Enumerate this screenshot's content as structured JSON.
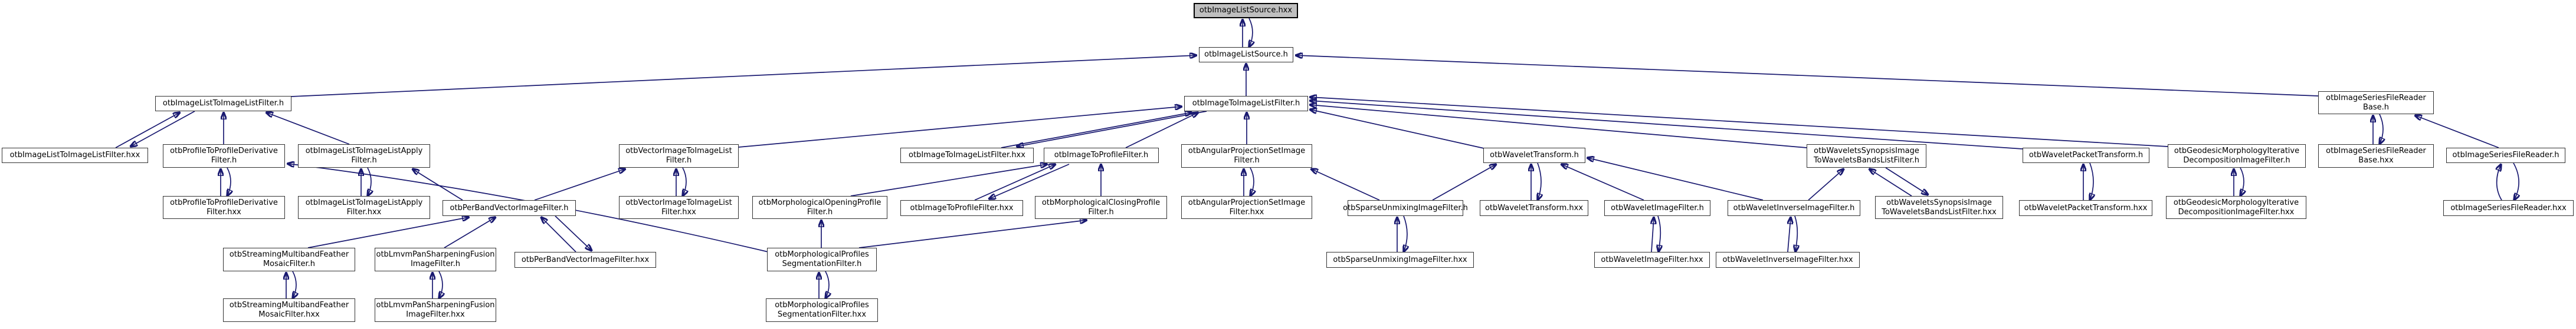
{
  "diagram": {
    "kind": "doxygen-include-dependency-graph",
    "root_file": "otbImageListSource.hxx",
    "colors": {
      "edge": "#191970",
      "node_border": "#333333",
      "node_fill": "#ffffff",
      "root_fill": "#bfbfbf"
    },
    "nodes": [
      {
        "label": "otbImageListSource.hxx",
        "lines": [
          "otbImageListSource.hxx"
        ],
        "highlighted": true
      },
      {
        "label": "otbImageListSource.h",
        "lines": [
          "otbImageListSource.h"
        ]
      },
      {
        "label": "otbImageListToImageListFilter.h",
        "lines": [
          "otbImageListToImageListFilter.h"
        ]
      },
      {
        "label": "otbImageToImageListFilter.h",
        "lines": [
          "otbImageToImageListFilter.h"
        ]
      },
      {
        "label": "otbImageSeriesFileReaderBase.h",
        "lines": [
          "otbImageSeriesFileReader",
          "Base.h"
        ]
      },
      {
        "label": "otbImageListToImageListFilter.hxx",
        "lines": [
          "otbImageListToImageListFilter.hxx"
        ]
      },
      {
        "label": "otbProfileToProfileDerivativeFilter.h",
        "lines": [
          "otbProfileToProfileDerivative",
          "Filter.h"
        ]
      },
      {
        "label": "otbImageListToImageListApplyFilter.h",
        "lines": [
          "otbImageListToImageListApply",
          "Filter.h"
        ]
      },
      {
        "label": "otbVectorImageToImageListFilter.h",
        "lines": [
          "otbVectorImageToImageList",
          "Filter.h"
        ]
      },
      {
        "label": "otbImageToImageListFilter.hxx",
        "lines": [
          "otbImageToImageListFilter.hxx"
        ]
      },
      {
        "label": "otbImageToProfileFilter.h",
        "lines": [
          "otbImageToProfileFilter.h"
        ]
      },
      {
        "label": "otbAngularProjectionSetImageFilter.h",
        "lines": [
          "otbAngularProjectionSetImage",
          "Filter.h"
        ]
      },
      {
        "label": "otbWaveletTransform.h",
        "lines": [
          "otbWaveletTransform.h"
        ]
      },
      {
        "label": "otbWaveletsSynopsisImageToWaveletsBandsListFilter.h",
        "lines": [
          "otbWaveletsSynopsisImage",
          "ToWaveletsBandsListFilter.h"
        ]
      },
      {
        "label": "otbWaveletPacketTransform.h",
        "lines": [
          "otbWaveletPacketTransform.h"
        ]
      },
      {
        "label": "otbGeodesicMorphologyIterativeDecompositionImageFilter.h",
        "lines": [
          "otbGeodesicMorphologyIterative",
          "DecompositionImageFilter.h"
        ]
      },
      {
        "label": "otbImageSeriesFileReaderBase.hxx",
        "lines": [
          "otbImageSeriesFileReader",
          "Base.hxx"
        ]
      },
      {
        "label": "otbImageSeriesFileReader.h",
        "lines": [
          "otbImageSeriesFileReader.h"
        ]
      },
      {
        "label": "otbProfileToProfileDerivativeFilter.hxx",
        "lines": [
          "otbProfileToProfileDerivative",
          "Filter.hxx"
        ]
      },
      {
        "label": "otbImageListToImageListApplyFilter.hxx",
        "lines": [
          "otbImageListToImageListApply",
          "Filter.hxx"
        ]
      },
      {
        "label": "otbPerBandVectorImageFilter.h",
        "lines": [
          "otbPerBandVectorImageFilter.h"
        ]
      },
      {
        "label": "otbVectorImageToImageListFilter.hxx",
        "lines": [
          "otbVectorImageToImageList",
          "Filter.hxx"
        ]
      },
      {
        "label": "otbMorphologicalOpeningProfileFilter.h",
        "lines": [
          "otbMorphologicalOpeningProfile",
          "Filter.h"
        ]
      },
      {
        "label": "otbImageToProfileFilter.hxx",
        "lines": [
          "otbImageToProfileFilter.hxx"
        ]
      },
      {
        "label": "otbMorphologicalClosingProfileFilter.h",
        "lines": [
          "otbMorphologicalClosingProfile",
          "Filter.h"
        ]
      },
      {
        "label": "otbAngularProjectionSetImageFilter.hxx",
        "lines": [
          "otbAngularProjectionSetImage",
          "Filter.hxx"
        ]
      },
      {
        "label": "otbSparseUnmixingImageFilter.h",
        "lines": [
          "otbSparseUnmixingImageFilter.h"
        ]
      },
      {
        "label": "otbWaveletTransform.hxx",
        "lines": [
          "otbWaveletTransform.hxx"
        ]
      },
      {
        "label": "otbWaveletImageFilter.h",
        "lines": [
          "otbWaveletImageFilter.h"
        ]
      },
      {
        "label": "otbWaveletInverseImageFilter.h",
        "lines": [
          "otbWaveletInverseImageFilter.h"
        ]
      },
      {
        "label": "otbWaveletsSynopsisImageToWaveletsBandsListFilter.hxx",
        "lines": [
          "otbWaveletsSynopsisImage",
          "ToWaveletsBandsListFilter.hxx"
        ]
      },
      {
        "label": "otbWaveletPacketTransform.hxx",
        "lines": [
          "otbWaveletPacketTransform.hxx"
        ]
      },
      {
        "label": "otbGeodesicMorphologyIterativeDecompositionImageFilter.hxx",
        "lines": [
          "otbGeodesicMorphologyIterative",
          "DecompositionImageFilter.hxx"
        ]
      },
      {
        "label": "otbImageSeriesFileReader.hxx",
        "lines": [
          "otbImageSeriesFileReader.hxx"
        ]
      },
      {
        "label": "otbStreamingMultibandFeatherMosaicFilter.h",
        "lines": [
          "otbStreamingMultibandFeather",
          "MosaicFilter.h"
        ]
      },
      {
        "label": "otbLmvmPanSharpeningFusionImageFilter.h",
        "lines": [
          "otbLmvmPanSharpeningFusion",
          "ImageFilter.h"
        ]
      },
      {
        "label": "otbPerBandVectorImageFilter.hxx",
        "lines": [
          "otbPerBandVectorImageFilter.hxx"
        ]
      },
      {
        "label": "otbMorphologicalProfilesSegmentationFilter.h",
        "lines": [
          "otbMorphologicalProfiles",
          "SegmentationFilter.h"
        ]
      },
      {
        "label": "otbSparseUnmixingImageFilter.hxx",
        "lines": [
          "otbSparseUnmixingImageFilter.hxx"
        ]
      },
      {
        "label": "otbWaveletImageFilter.hxx",
        "lines": [
          "otbWaveletImageFilter.hxx"
        ]
      },
      {
        "label": "otbWaveletInverseImageFilter.hxx",
        "lines": [
          "otbWaveletInverseImageFilter.hxx"
        ]
      },
      {
        "label": "otbStreamingMultibandFeatherMosaicFilter.hxx",
        "lines": [
          "otbStreamingMultibandFeather",
          "MosaicFilter.hxx"
        ]
      },
      {
        "label": "otbLmvmPanSharpeningFusionImageFilter.hxx",
        "lines": [
          "otbLmvmPanSharpeningFusion",
          "ImageFilter.hxx"
        ]
      },
      {
        "label": "otbMorphologicalProfilesSegmentationFilter.hxx",
        "lines": [
          "otbMorphologicalProfiles",
          "SegmentationFilter.hxx"
        ]
      }
    ],
    "mutual_include_pairs": [
      [
        0,
        1
      ],
      [
        2,
        5
      ],
      [
        3,
        9
      ],
      [
        4,
        16
      ],
      [
        6,
        18
      ],
      [
        7,
        19
      ],
      [
        8,
        21
      ],
      [
        10,
        23
      ],
      [
        11,
        25
      ],
      [
        12,
        27
      ],
      [
        13,
        30
      ],
      [
        14,
        31
      ],
      [
        15,
        32
      ],
      [
        17,
        33
      ],
      [
        20,
        36
      ],
      [
        26,
        38
      ],
      [
        28,
        39
      ],
      [
        29,
        40
      ],
      [
        34,
        41
      ],
      [
        35,
        42
      ],
      [
        37,
        43
      ]
    ],
    "includes": [
      [
        2,
        1
      ],
      [
        3,
        1
      ],
      [
        4,
        1
      ],
      [
        6,
        2
      ],
      [
        7,
        2
      ],
      [
        37,
        6
      ],
      [
        20,
        7
      ],
      [
        20,
        8
      ],
      [
        34,
        20
      ],
      [
        35,
        20
      ],
      [
        37,
        22
      ],
      [
        37,
        24
      ],
      [
        22,
        10
      ],
      [
        24,
        10
      ],
      [
        10,
        3
      ],
      [
        8,
        3
      ],
      [
        11,
        3
      ],
      [
        26,
        11
      ],
      [
        26,
        12
      ],
      [
        28,
        12
      ],
      [
        29,
        12
      ],
      [
        29,
        13
      ],
      [
        12,
        3
      ],
      [
        13,
        3
      ],
      [
        14,
        3
      ],
      [
        15,
        3
      ],
      [
        17,
        4
      ]
    ]
  }
}
